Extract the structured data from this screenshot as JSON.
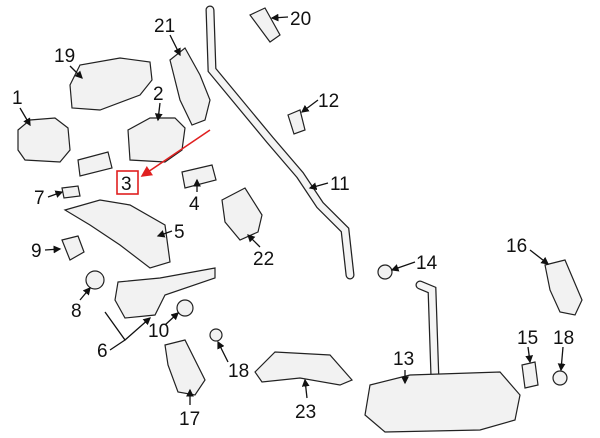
{
  "diagram": {
    "title": "Exhaust system parts diagram",
    "highlight_color": "#e02020",
    "highlighted_callout": "3",
    "callouts": [
      "1",
      "2",
      "3",
      "4",
      "5",
      "6",
      "7",
      "8",
      "9",
      "10",
      "11",
      "12",
      "13",
      "14",
      "15",
      "16",
      "17",
      "18",
      "18",
      "19",
      "20",
      "21",
      "22",
      "23"
    ]
  }
}
